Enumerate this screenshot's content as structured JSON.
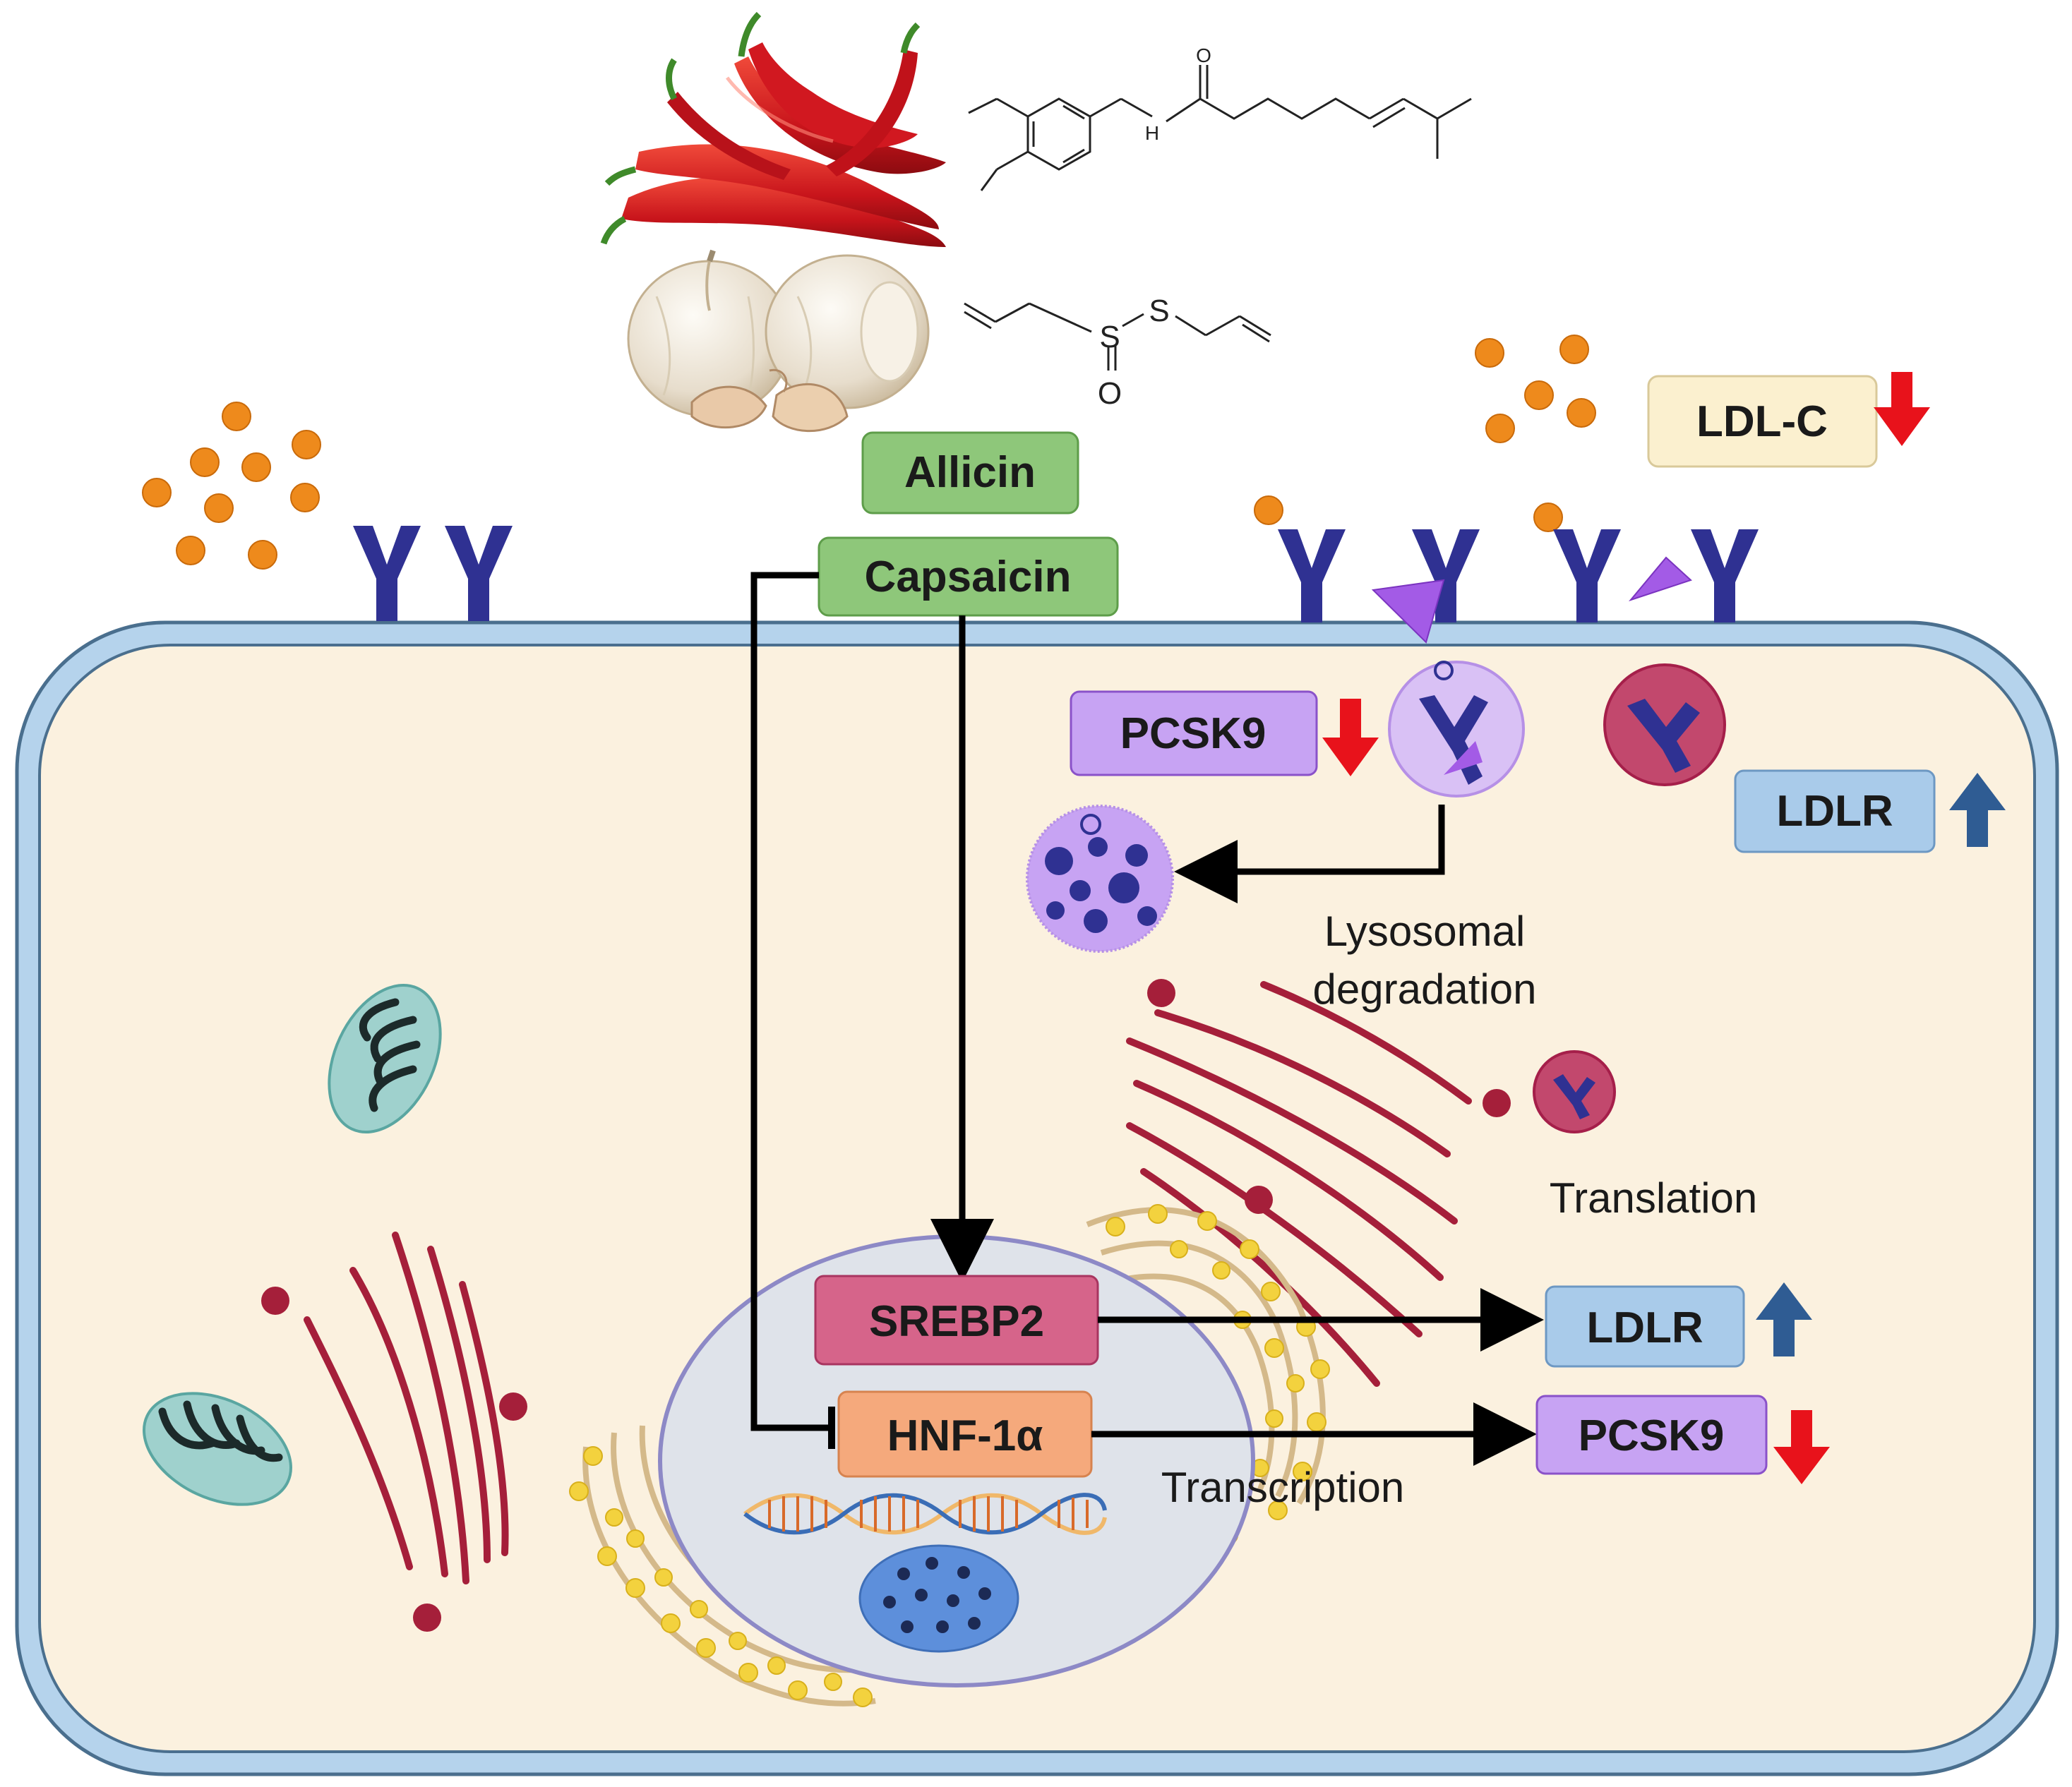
{
  "colors": {
    "cell_fill": "#fbf1df",
    "membrane": "#b5d3ec",
    "membrane_edge": "#4a6f8e",
    "receptor": "#2f3192",
    "ldl_particle": "#ee8a1c",
    "pcsk9_fill": "#c7a3f3",
    "pcsk9_edge": "#8a52c9",
    "ldlr_fill": "#a9cbea",
    "ldlc_fill": "#fbf0cf",
    "green_fill": "#8ec77a",
    "srebp2_fill": "#d6648a",
    "hnf_fill": "#f5a97c",
    "down_arrow": "#e8121b",
    "up_arrow": "#2f5c93",
    "er": "#a51f3a",
    "golgi": "#d4b98a",
    "golgi_dot": "#f3d23e",
    "mito_fill": "#9fd1cd",
    "nucleus_fill": "#dfe3ea",
    "nucleus_edge": "#8d89c6",
    "nucleolus": "#5d8fdb"
  },
  "compounds": {
    "allicin": "Allicin",
    "capsaicin": "Capsaicin"
  },
  "chem": {
    "capsaicin_nh": "H",
    "capsaicin_o": "O",
    "allicin_s1": "S",
    "allicin_s2": "S",
    "allicin_o": "O"
  },
  "labels": {
    "ldl_c": "LDL-C",
    "pcsk9_top": "PCSK9",
    "ldlr_top": "LDLR",
    "lysosomal_line1": "Lysosomal",
    "lysosomal_line2": "degradation",
    "translation": "Translation",
    "srebp2": "SREBP2",
    "hnf1a": "HNF-1α",
    "ldlr_bottom": "LDLR",
    "pcsk9_bottom": "PCSK9",
    "transcription": "Transcription"
  },
  "icons": {
    "pepper": "red-chili-pepper-icon",
    "garlic": "garlic-bulb-icon",
    "receptor": "ldl-receptor-y-icon",
    "ldl": "ldl-particle-icon",
    "down": "red-down-arrow-icon",
    "up": "blue-up-arrow-icon"
  }
}
